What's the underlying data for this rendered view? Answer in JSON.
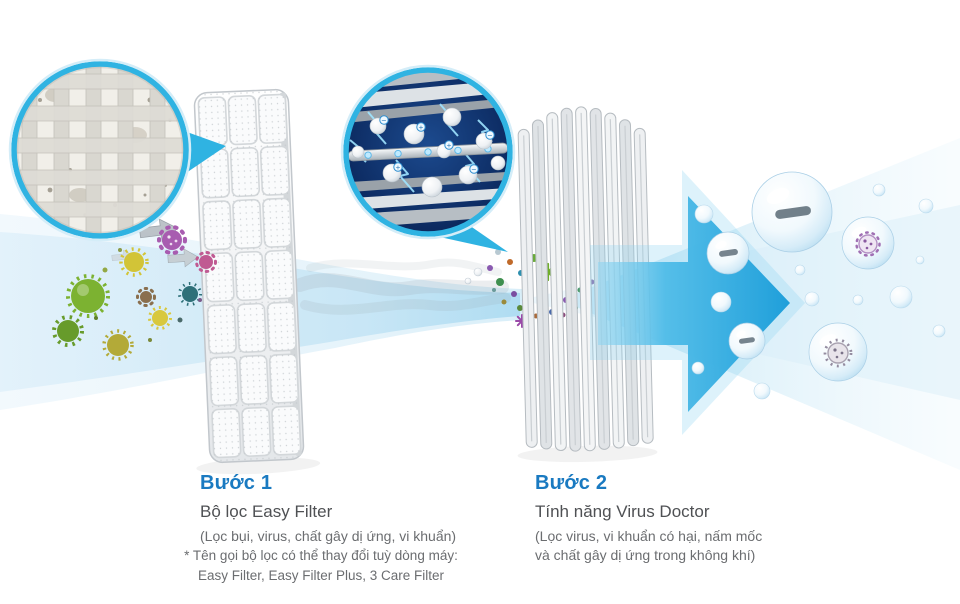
{
  "title": "Air purification two-step filter diagram",
  "colors": {
    "accent_blue": "#1a7ac1",
    "arrow_cyan": "#2aa7de",
    "stream_blue": "#cfe8f6",
    "magnifier_ring": "#2fb3e2",
    "ionizer_navy": "#0b2a5e",
    "text_dark": "#4f5154",
    "text_gray": "#6b6d70"
  },
  "steps": [
    {
      "id": "buoc-1",
      "step_label": "Bước 1",
      "title": "Bộ lọc Easy Filter",
      "subtitle": "(Lọc bụi, virus, chất gây dị ứng, vi khuẩn)",
      "note_lines": [
        "* Tên gọi bộ lọc có thể thay đổi tuỳ dòng máy:",
        "Easy Filter, Easy Filter Plus, 3 Care Filter"
      ]
    },
    {
      "id": "buoc-2",
      "step_label": "Bước 2",
      "title": "Tính năng Virus Doctor",
      "subtitle_lines": [
        "(Lọc virus, vi khuẩn có hại, nấm mốc",
        "và chất gây dị ứng trong không khí)"
      ]
    }
  ],
  "illustration": {
    "parts": [
      {
        "name": "mesh-magnifier-icon",
        "meaning": "magnified dirty filter mesh"
      },
      {
        "name": "easy-filter-panel",
        "meaning": "grid dust filter panel"
      },
      {
        "name": "ionizer-magnifier-icon",
        "meaning": "magnified Virus Doctor ionizer with electric arcs and ion spheres"
      },
      {
        "name": "virus-doctor-filter",
        "meaning": "vertical slat filter unit"
      },
      {
        "name": "clean-air-arrow",
        "meaning": "blue arrow of purified air"
      },
      {
        "name": "germ-particles",
        "meaning": "dust, virus and allergen particles entering the filter"
      },
      {
        "name": "negative-ion-bubbles",
        "meaning": "clean air bubbles carrying negative ions and captured germs"
      }
    ]
  }
}
